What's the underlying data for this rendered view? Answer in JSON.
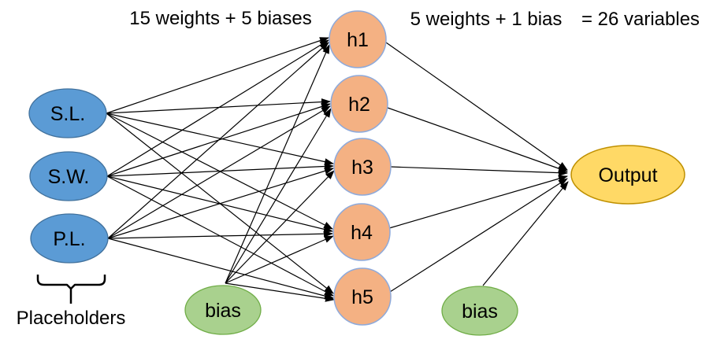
{
  "annotations": {
    "hidden_layer_params": "15 weights + 5 biases",
    "output_layer_params": "5 weights + 1 bias",
    "total_variables": "= 26 variables",
    "placeholders_label": "Placeholders"
  },
  "network": {
    "input_nodes": [
      {
        "label": "S.L."
      },
      {
        "label": "S.W."
      },
      {
        "label": "P.L."
      }
    ],
    "hidden_nodes": [
      {
        "label": "h1"
      },
      {
        "label": "h2"
      },
      {
        "label": "h3"
      },
      {
        "label": "h4"
      },
      {
        "label": "h5"
      }
    ],
    "hidden_bias_node": {
      "label": "bias"
    },
    "output_bias_node": {
      "label": "bias"
    },
    "output_node": {
      "label": "Output"
    },
    "connections": {
      "input_to_hidden": [
        [
          "S.L.",
          "h1"
        ],
        [
          "S.L.",
          "h2"
        ],
        [
          "S.L.",
          "h3"
        ],
        [
          "S.L.",
          "h4"
        ],
        [
          "S.L.",
          "h5"
        ],
        [
          "S.W.",
          "h1"
        ],
        [
          "S.W.",
          "h2"
        ],
        [
          "S.W.",
          "h3"
        ],
        [
          "S.W.",
          "h4"
        ],
        [
          "S.W.",
          "h5"
        ],
        [
          "P.L.",
          "h1"
        ],
        [
          "P.L.",
          "h2"
        ],
        [
          "P.L.",
          "h3"
        ],
        [
          "P.L.",
          "h4"
        ],
        [
          "P.L.",
          "h5"
        ]
      ],
      "hidden_bias_to_hidden": [
        [
          "bias",
          "h1"
        ],
        [
          "bias",
          "h2"
        ],
        [
          "bias",
          "h3"
        ],
        [
          "bias",
          "h4"
        ],
        [
          "bias",
          "h5"
        ]
      ],
      "hidden_to_output": [
        [
          "h1",
          "Output"
        ],
        [
          "h2",
          "Output"
        ],
        [
          "h3",
          "Output"
        ],
        [
          "h4",
          "Output"
        ],
        [
          "h5",
          "Output"
        ]
      ],
      "output_bias_to_output": [
        [
          "bias",
          "Output"
        ]
      ]
    }
  },
  "colors": {
    "input_fill": "#5B9BD5",
    "input_stroke": "#41719C",
    "hidden_fill": "#F4B183",
    "hidden_stroke": "#8EAADB",
    "bias_fill": "#A9D18E",
    "bias_stroke": "#70AD47",
    "output_fill": "#FFD966",
    "output_stroke": "#BF9000",
    "edge": "#000000",
    "text": "#000000"
  }
}
